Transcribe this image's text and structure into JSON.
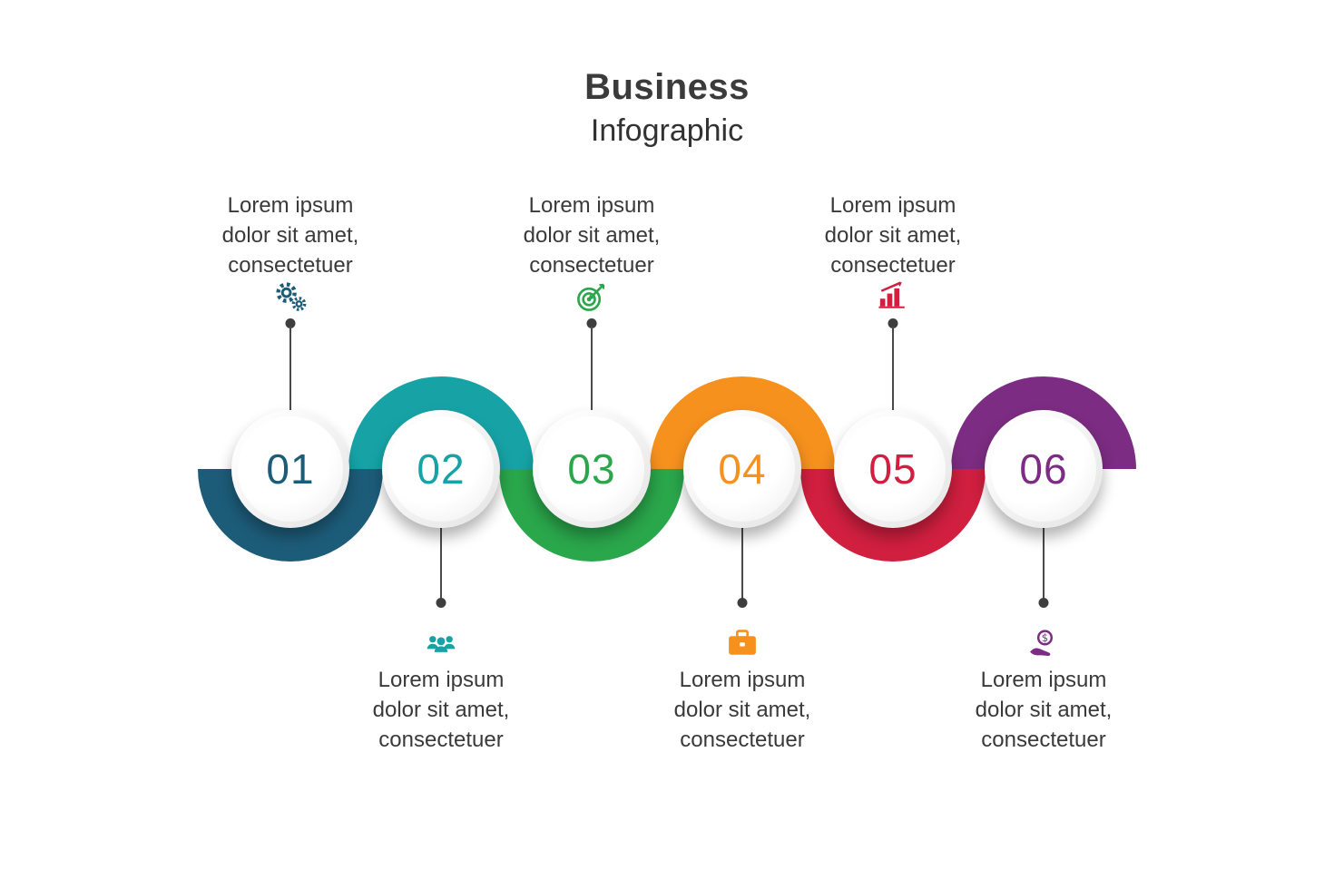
{
  "title": {
    "main": "Business",
    "subtitle": "Infographic"
  },
  "steps": [
    {
      "number": "01",
      "color": "#1d5c79",
      "icon": "gears-icon",
      "label_position": "top",
      "text": "Lorem ipsum\ndolor sit amet,\nconsectetuer"
    },
    {
      "number": "02",
      "color": "#17a3a6",
      "icon": "team-icon",
      "label_position": "bottom",
      "text": "Lorem ipsum\ndolor sit amet,\nconsectetuer"
    },
    {
      "number": "03",
      "color": "#2aa64b",
      "icon": "target-icon",
      "label_position": "top",
      "text": "Lorem ipsum\ndolor sit amet,\nconsectetuer"
    },
    {
      "number": "04",
      "color": "#f6911e",
      "icon": "briefcase-icon",
      "label_position": "bottom",
      "text": "Lorem ipsum\ndolor sit amet,\nconsectetuer"
    },
    {
      "number": "05",
      "color": "#d01f3f",
      "icon": "bar-chart-icon",
      "label_position": "top",
      "text": "Lorem ipsum\ndolor sit amet,\nconsectetuer"
    },
    {
      "number": "06",
      "color": "#7c2c82",
      "icon": "money-hand-icon",
      "label_position": "bottom",
      "text": "Lorem ipsum\ndolor sit amet,\nconsectetuer"
    }
  ]
}
